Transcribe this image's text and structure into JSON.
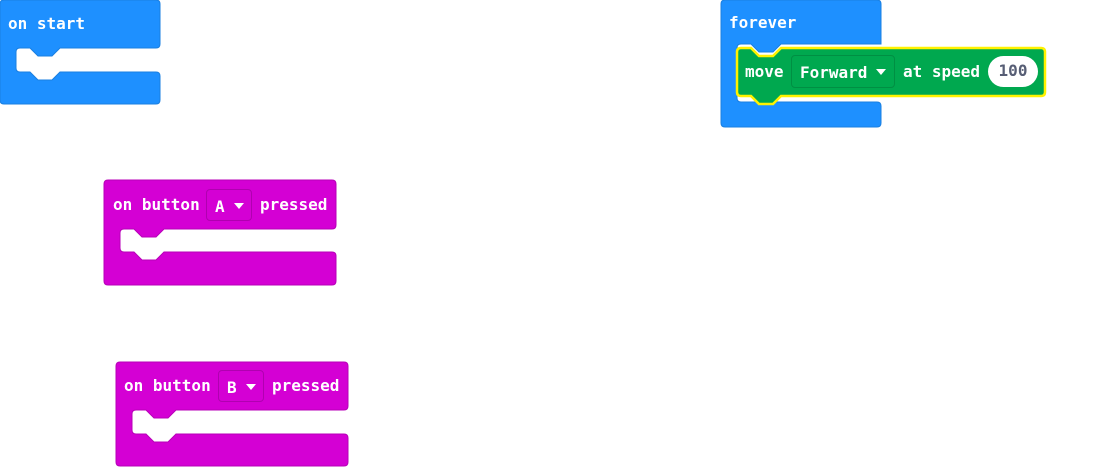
{
  "colors": {
    "basic_blue": "#1e90ff",
    "input_magenta": "#d400d4",
    "motor_green": "#00a84f",
    "selected_yellow": "#fff200",
    "field_text": "#575e75"
  },
  "blocks": {
    "on_start": {
      "label": "on start"
    },
    "forever": {
      "label": "forever",
      "move": {
        "label_move": "move",
        "direction": "Forward",
        "label_speed": "at speed",
        "speed": "100"
      }
    },
    "button_a": {
      "label_on": "on button",
      "button": "A",
      "label_pressed": "pressed"
    },
    "button_b": {
      "label_on": "on button",
      "button": "B",
      "label_pressed": "pressed"
    }
  }
}
